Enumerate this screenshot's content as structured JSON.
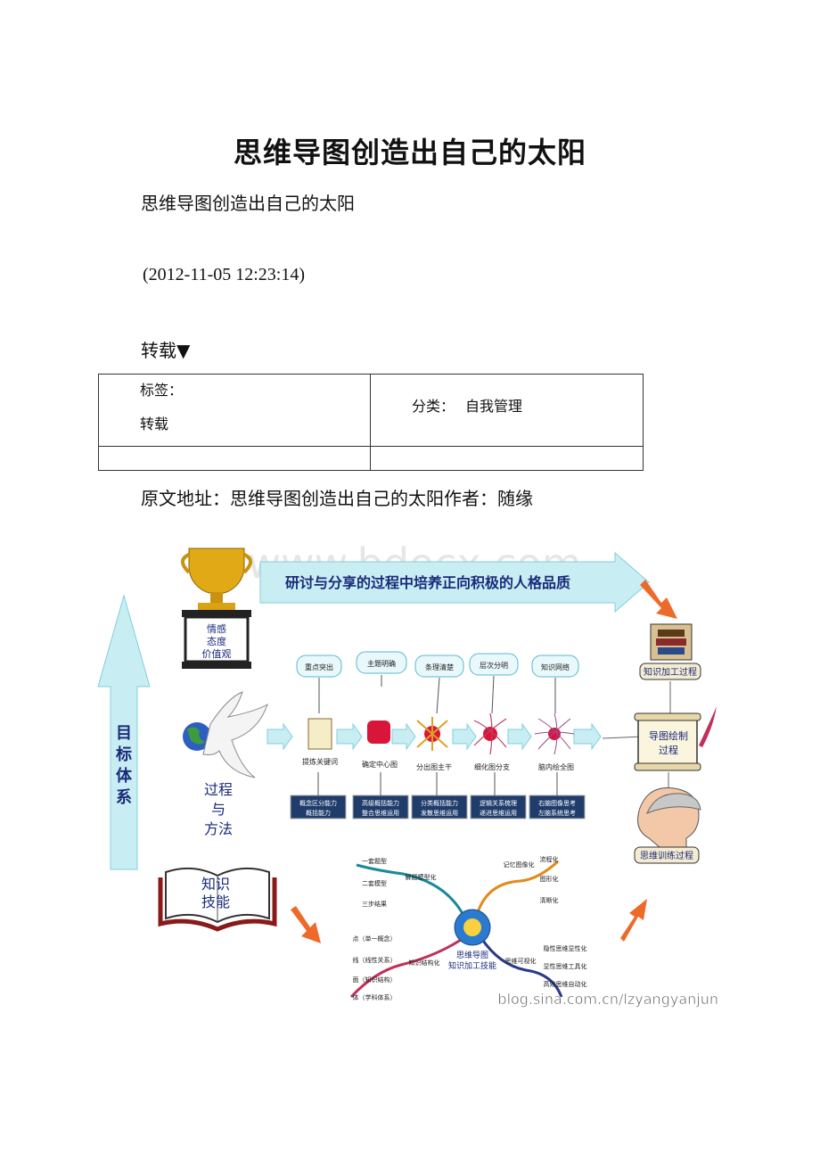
{
  "doc": {
    "title": "思维导图创造出自己的太阳",
    "subtitle": "思维导图创造出自己的太阳",
    "date": "(2012-11-05 12:23:14)",
    "repost": "转载▼",
    "meta": {
      "tags_label": "标签：",
      "tags_value": "转载",
      "category_label": "分类：",
      "category_value": "自我管理"
    },
    "source_line": "原文地址：思维导图创造出自己的太阳作者：随缘"
  },
  "figure": {
    "watermark": "www.bdocx.com",
    "top_banner": "研讨与分享的过程中培养正向积极的人格品质",
    "left_axis": "目标体系",
    "trophy_label": "情感 态度 价值观",
    "method_label": "过程 与 方法",
    "knowledge_label": "知识 技能",
    "bubbles": [
      "重点突出",
      "主题明确",
      "条理清楚",
      "层次分明",
      "知识网络"
    ],
    "steps": [
      "提炼关键词",
      "确定中心图",
      "分出图主干",
      "细化图分支",
      "脑内绘全图"
    ],
    "skills": [
      [
        "概念区分能力",
        "概括能力"
      ],
      [
        "高级概括能力",
        "整合思维运用"
      ],
      [
        "分类概括能力",
        "发散思维运用"
      ],
      [
        "逻辑关系梳理",
        "递进思维运用"
      ],
      [
        "右脑图像思考",
        "左脑系统思考"
      ]
    ],
    "right_top": "知识加工过程",
    "right_mid": "导图绘制 过程",
    "right_bottom": "思维训练过程",
    "mindmap_center": "思维导图 知识加工技能",
    "mm_left_top_branch": "解题模型化",
    "mm_left_top_items": [
      "一套题型",
      "二套模型",
      "三步结果"
    ],
    "mm_right_top_branch": "记忆图像化",
    "mm_right_top_items": [
      "流程化",
      "图形化",
      "清晰化"
    ],
    "mm_left_bottom_branch": "知识结构化",
    "mm_left_bottom_items": [
      "点（单一概念）",
      "线（线性关系）",
      "面（知识结构）",
      "体（学科体系）"
    ],
    "mm_right_bottom_branch": "思维可视化",
    "mm_right_bottom_items": [
      "隐性思维显性化",
      "显性思维工具化",
      "高效思维自动化"
    ],
    "blog_watermark": "blog.sina.com.cn/lzyangyanjun"
  }
}
